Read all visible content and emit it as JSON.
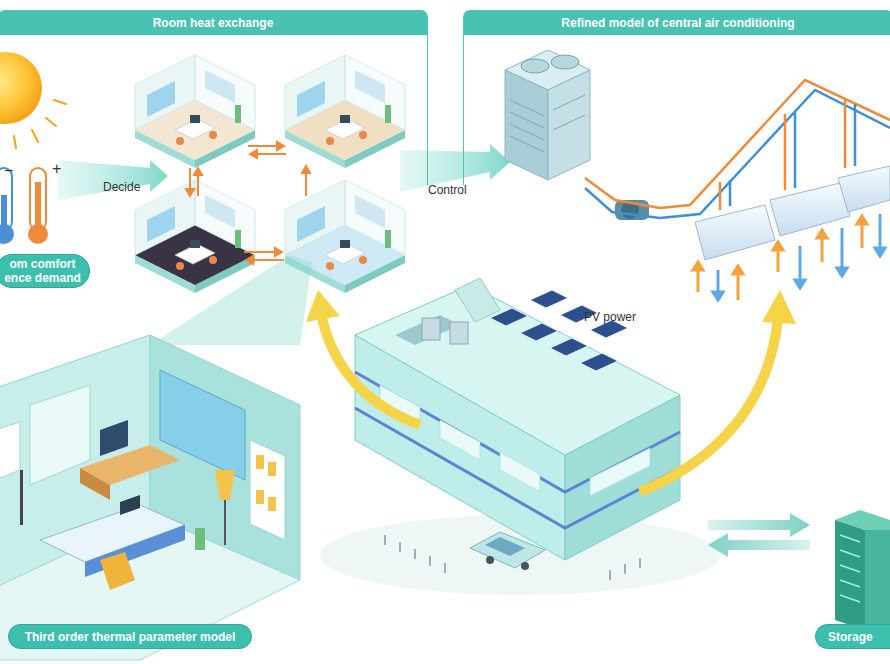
{
  "diagram": {
    "nodes": [
      {
        "text": [
          "Room heat exchange"
        ]
      },
      {
        "text": [
          "Refined model of central air conditioning"
        ]
      },
      {
        "text": [
          "om comfort ence demand"
        ]
      },
      {
        "text": [
          "Third order thermal parameter model"
        ]
      },
      {
        "text": [
          "Storage"
        ]
      }
    ],
    "labels": [
      "Decide",
      "Control",
      "PV power",
      "−",
      "+"
    ]
  }
}
